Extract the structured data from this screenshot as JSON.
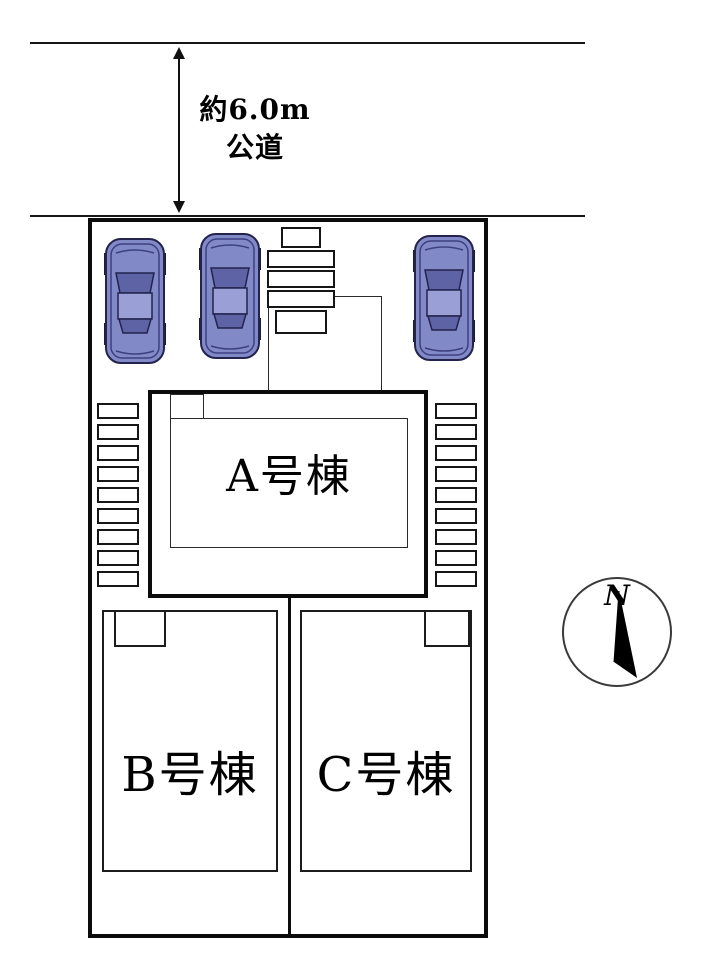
{
  "road": {
    "width_label": "約6.0m",
    "type_label": "公道"
  },
  "buildings": {
    "a_label": "A号棟",
    "b_label": "B号棟",
    "c_label": "C号棟"
  },
  "compass": {
    "north_label": "N"
  },
  "colors": {
    "car_body": "#8289c7",
    "car_window": "#5d63a5",
    "car_outline": "#23234e",
    "line": "#000000"
  }
}
